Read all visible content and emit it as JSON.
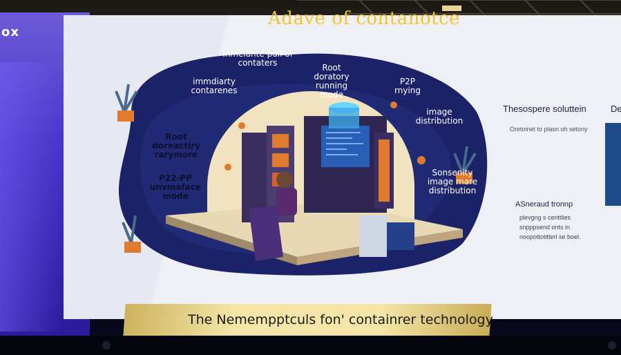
{
  "side_banner": {
    "logo": "ox"
  },
  "slide": {
    "headline": "Adave of contanotce",
    "callouts": [
      "Inmeiante pull of contaters",
      "Root doratory running mode",
      "immdiarty contarenes",
      "P2P rnying",
      "Root doreactiry rarymore",
      "image distribution",
      "P22-PP unvmaface mode",
      "Sonsenity image mare distribution"
    ],
    "right_panel": {
      "title": "Thesospere soluttein",
      "subtitle": "Oretoinet to plasn oh setony",
      "section_title": "ASneraud tronnp",
      "lines": [
        "plevgng s centtlies",
        "snpppsend onts in",
        "noopottotitterl se boel."
      ],
      "edge_title": "De"
    },
    "bottom_banner": "The Nemempptculs fon' containrer technology"
  },
  "colors": {
    "screen": "#eef0f5",
    "blob": "#1b2268",
    "headline": "#f4c430",
    "banner": "#f3e6a8",
    "side": "#4a34c9"
  }
}
